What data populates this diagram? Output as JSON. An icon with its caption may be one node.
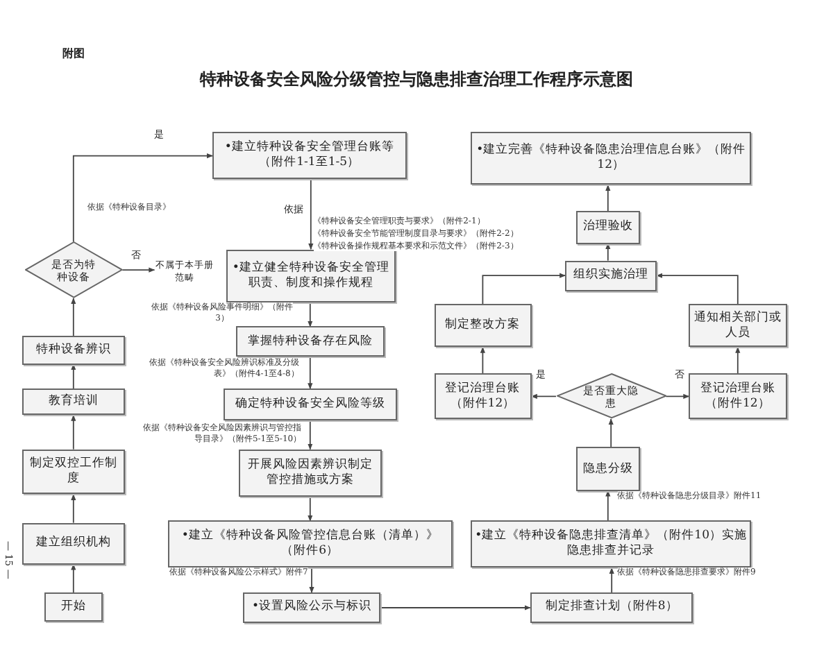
{
  "diagram": {
    "title": "特种设备安全风险分级管控与隐患排查治理工作程序示意图",
    "nodes": [
      {
        "text": [
          "开始"
        ]
      },
      {
        "text": [
          "建立组织机构"
        ]
      },
      {
        "text": [
          "制定双控工作制度"
        ]
      },
      {
        "text": [
          "教育培训"
        ]
      },
      {
        "text": [
          "特种设备辨识"
        ]
      },
      {
        "text": [
          "是否为特种设备"
        ]
      },
      {
        "text": [
          "不属于本手册范畴"
        ]
      },
      {
        "text": [
          "•建立特种设备安全管理台账等（附件1-1至1-5）"
        ]
      },
      {
        "text": [
          "•建立健全特种设备安全管理职责、制度和操作规程"
        ]
      },
      {
        "text": [
          "掌握特种设备存在风险"
        ]
      },
      {
        "text": [
          "确定特种设备安全风险等级"
        ]
      },
      {
        "text": [
          "开展风险因素辨识制定管控措施或方案"
        ]
      },
      {
        "text": [
          "•建立《特种设备风险管控信息台账（清单）》（附件6）"
        ]
      },
      {
        "text": [
          "•设置风险公示与标识"
        ]
      },
      {
        "text": [
          "制定排查计划（附件8）"
        ]
      },
      {
        "text": [
          "•建立《特种设备隐患排查清单》（附件10）实施隐患排查并记录"
        ]
      },
      {
        "text": [
          "隐患分级"
        ]
      },
      {
        "text": [
          "是否重大隐患"
        ]
      },
      {
        "text": [
          "登记治理台账（附件12）"
        ]
      },
      {
        "text": [
          "登记治理台账（附件12）"
        ]
      },
      {
        "text": [
          "制定整改方案"
        ]
      },
      {
        "text": [
          "通知相关部门或人员"
        ]
      },
      {
        "text": [
          "组织实施治理"
        ]
      },
      {
        "text": [
          "治理验收"
        ]
      },
      {
        "text": [
          "•建立完善《特种设备隐患治理信息台账》（附件12）"
        ]
      }
    ],
    "edges": [
      {
        "from": 0,
        "to": 1,
        "arrow": "to"
      },
      {
        "from": 1,
        "to": 2,
        "arrow": "to"
      },
      {
        "from": 2,
        "to": 3,
        "arrow": "to"
      },
      {
        "from": 3,
        "to": 4,
        "arrow": "to"
      },
      {
        "from": 4,
        "to": 5,
        "arrow": "to"
      },
      {
        "from": 5,
        "to": 7,
        "arrow": "to",
        "label": "是"
      },
      {
        "from": 5,
        "to": 6,
        "arrow": "to",
        "label": "否"
      },
      {
        "from": 7,
        "to": 8,
        "arrow": "to",
        "label": "依据"
      },
      {
        "from": 8,
        "to": 9,
        "arrow": "to"
      },
      {
        "from": 9,
        "to": 10,
        "arrow": "to"
      },
      {
        "from": 10,
        "to": 11,
        "arrow": "to"
      },
      {
        "from": 11,
        "to": 12,
        "arrow": "to"
      },
      {
        "from": 12,
        "to": 13,
        "arrow": "to"
      },
      {
        "from": 13,
        "to": 14,
        "arrow": "to"
      },
      {
        "from": 14,
        "to": 15,
        "arrow": "to"
      },
      {
        "from": 15,
        "to": 16,
        "arrow": "to"
      },
      {
        "from": 16,
        "to": 17,
        "arrow": "to"
      },
      {
        "from": 17,
        "to": 18,
        "arrow": "to",
        "label": "是"
      },
      {
        "from": 17,
        "to": 19,
        "arrow": "to",
        "label": "否"
      },
      {
        "from": 18,
        "to": 20,
        "arrow": "to"
      },
      {
        "from": 19,
        "to": 21,
        "arrow": "to"
      },
      {
        "from": 20,
        "to": 22,
        "arrow": "to"
      },
      {
        "from": 21,
        "to": 22,
        "arrow": "to"
      },
      {
        "from": 22,
        "to": 23,
        "arrow": "to"
      },
      {
        "from": 23,
        "to": 24,
        "arrow": "to"
      }
    ],
    "labels": [
      "附图",
      "依据《特种设备目录》",
      "《特种设备安全管理职责与要求》（附件2-1）",
      "《特种设备安全节能管理制度目录与要求》（附件2-2）",
      "《特种设备操作规程基本要求和示范文件》（附件2-3）",
      "依据《特种设备风险事件明细》（附件3）",
      "依据《特种设备安全风险辨识标准及分级表》（附件4-1至4-8）",
      "依据《特种设备安全风险因素辨识与管控指导目录》（附件5-1至5-10）",
      "依据《特种设备风险公示样式》附件7",
      "依据《特种设备隐患分级目录》附件11",
      "依据《特种设备隐患排查要求》附件9",
      "— 15 —"
    ]
  }
}
